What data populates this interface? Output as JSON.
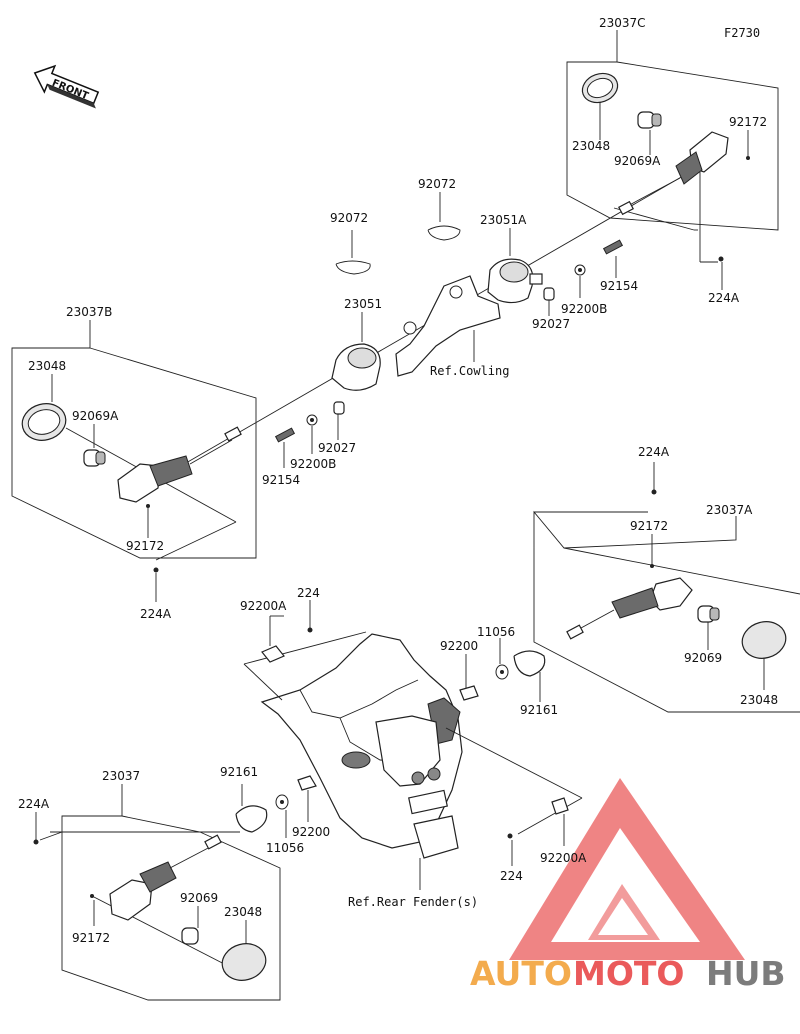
{
  "figure_code": "F2730",
  "front_label": "FRONT",
  "refs": {
    "cowling": "Ref.Cowling",
    "rear_fender": "Ref.Rear Fender(s)"
  },
  "labels": {
    "assy_c": "23037C",
    "assy_b": "23037B",
    "assy_a": "23037A",
    "assy": "23037",
    "lens": "23048",
    "bulb_a": "92069A",
    "bulb": "92069",
    "screw": "92172",
    "bolt": "224A",
    "bolt_plain": "224",
    "band": "92072",
    "bracket": "23051",
    "bracket_a": "23051A",
    "collar": "92027",
    "washer_b": "92200B",
    "washer": "92200",
    "washer_a": "92200A",
    "bolt_92154": "92154",
    "grommet": "92161",
    "nut": "11056"
  },
  "watermark": {
    "auto": "AUTO",
    "moto": "MOTO",
    "hub": "HUB",
    "color_red": "#e8494a",
    "color_orange": "#f2a23a",
    "color_grey": "#6e6e6e"
  }
}
